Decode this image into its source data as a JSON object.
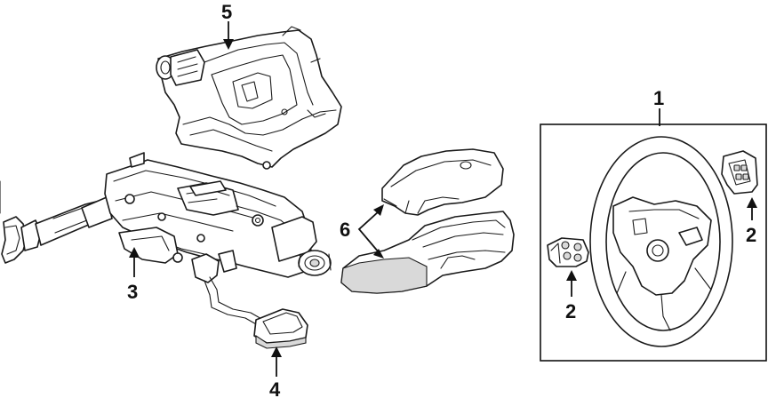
{
  "callouts": {
    "c1": "1",
    "c2a": "2",
    "c2b": "2",
    "c3": "3",
    "c4": "4",
    "c5": "5",
    "c6": "6"
  },
  "colors": {
    "line": "#1a1a1a",
    "fill": "#ffffff",
    "shade": "#d9d9d9"
  }
}
